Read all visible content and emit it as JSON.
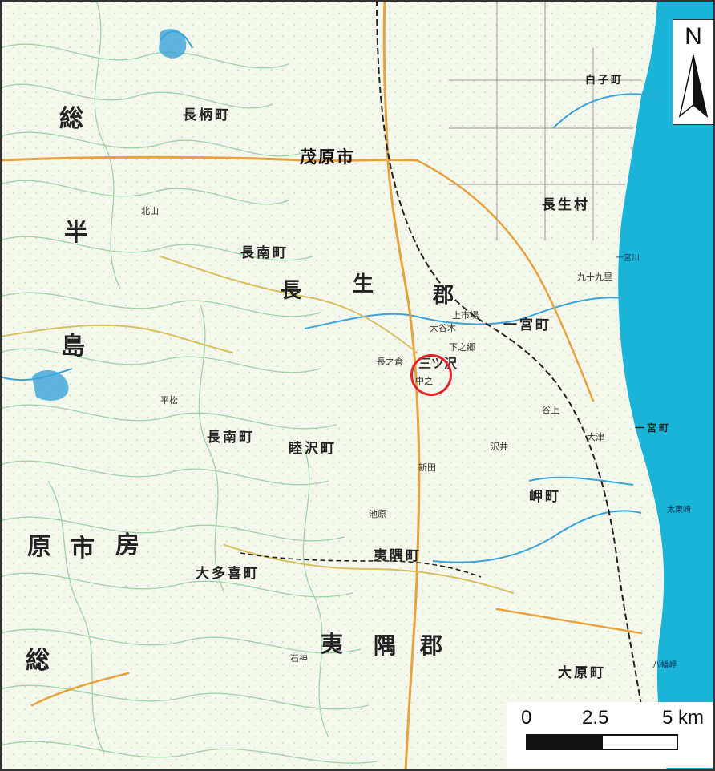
{
  "map": {
    "colors": {
      "land": "#f4f7ec",
      "sea": "#19b4d8",
      "water": "#3aa3da",
      "road": "#e8a23c",
      "contour": "#8fcf9a",
      "marker": "#e3242b"
    },
    "north_arrow": {
      "letter": "N"
    },
    "scale_bar": {
      "labels": [
        "0",
        "2.5",
        "5 km"
      ]
    },
    "labels": {
      "city_mobara": "茂原市",
      "town_nagara": "長柄町",
      "town_chonan": "長南町",
      "town_mutsuzawa": "睦沢町",
      "town_shirako": "白子町",
      "village_nagao": "長生村",
      "town_ichinomiya": "一宮町",
      "town_chosei_ichinomiya": "一宮町",
      "town_isumi": "夷隅町",
      "town_otaki": "大多喜町",
      "town_misaki": "岬町",
      "town_ohara": "大原町",
      "town_chonan_gun": "長南町",
      "gun_chosei_1": "長",
      "gun_chosei_2": "生",
      "gun_chosei_3": "郡",
      "gun_isumi_1": "夷",
      "gun_isumi_2": "隅",
      "gun_isumi_3": "郡",
      "r_fusa_1": "総",
      "r_han": "半",
      "r_shima": "島",
      "r_hara": "原",
      "r_shi": "市",
      "r_bo": "房",
      "r_fusa_2": "総",
      "p_mitsuzawa": "三ツ沢",
      "p_naganose": "長之倉",
      "p_nakanoshi": "中之",
      "p_kamiichiba": "上市場",
      "p_oyatsu": "大谷木",
      "p_shimonogo": "下之郷",
      "p_ichinomiya_river": "一宮川",
      "p_taito": "太東崎",
      "p_hachiman": "八幡岬",
      "p_ozu": "大津",
      "p_ishigami": "石神",
      "p_yatsu": "谷上",
      "p_kunori": "九十九里",
      "p_hiramatsu": "平松",
      "p_shinden": "新田",
      "p_sawai": "沢井",
      "p_kitayama": "北山",
      "p_ikehara": "池原"
    }
  }
}
